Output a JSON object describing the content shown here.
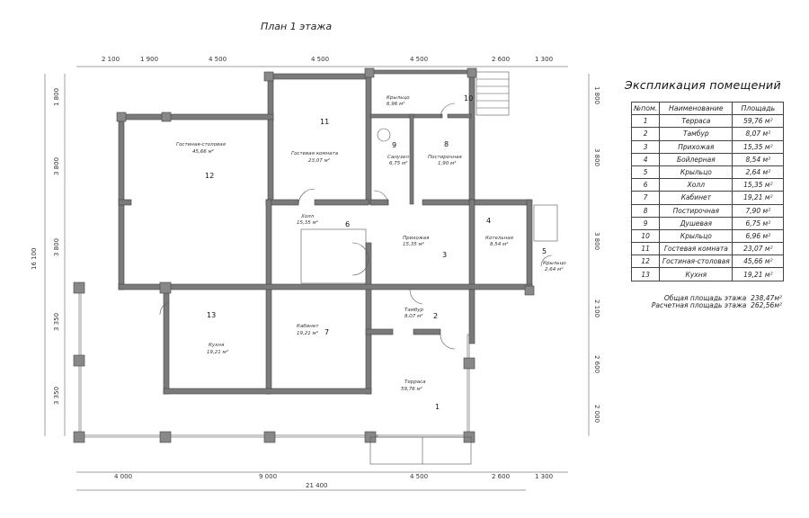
{
  "title": "План 1 этажа",
  "dims": {
    "top": [
      "2 100",
      "1 900",
      "4 500",
      "4 500",
      "4 500",
      "2 600",
      "1 300"
    ],
    "bottom": [
      "4 000",
      "9 000",
      "4 500",
      "2 600",
      "1 300"
    ],
    "total": "21 400",
    "left_total": "16 100",
    "left": [
      "1 800",
      "3 800",
      "3 800",
      "3 350",
      "3 350"
    ],
    "right": [
      "1 800",
      "3 800",
      "3 800",
      "2 100",
      "2 600",
      "2 000"
    ]
  },
  "rooms": [
    {
      "num": "1",
      "name": "Терраса",
      "area": "59,76 м²"
    },
    {
      "num": "2",
      "name": "Тамбур",
      "area": "8,07 м²"
    },
    {
      "num": "3",
      "name": "Прихожая",
      "area": "15,35 м²"
    },
    {
      "num": "4",
      "name": "Котельная",
      "area": "8,54 м²"
    },
    {
      "num": "5",
      "name": "Крыльцо",
      "area": "2,64 м²"
    },
    {
      "num": "6",
      "name": "Холл",
      "area": "15,35 м²"
    },
    {
      "num": "7",
      "name": "Кабинет",
      "area": "19,21 м²"
    },
    {
      "num": "8",
      "name": "Постирочная",
      "area": "1,90 м²"
    },
    {
      "num": "9",
      "name": "Санузел",
      "area": "6,75 м²"
    },
    {
      "num": "10",
      "name": "Крыльцо",
      "area": "6,96 м²"
    },
    {
      "num": "11",
      "name": "Гостевая комната",
      "area": "23,07 м²"
    },
    {
      "num": "12",
      "name": "Гостиная-столовая",
      "area": "45,66 м²"
    },
    {
      "num": "13",
      "name": "Кухня",
      "area": "19,21 м²"
    }
  ],
  "explication": {
    "title": "Экспликация помещений",
    "headers": [
      "№пом.",
      "Наименование",
      "Площадь"
    ],
    "rows": [
      [
        "1",
        "Терраса",
        "59,76 м²"
      ],
      [
        "2",
        "Тамбур",
        "8,07 м²"
      ],
      [
        "3",
        "Прихожая",
        "15,35 м²"
      ],
      [
        "4",
        "Бойлерная",
        "8,54 м²"
      ],
      [
        "5",
        "Крыльцо",
        "2,64 м²"
      ],
      [
        "6",
        "Холл",
        "15,35 м²"
      ],
      [
        "7",
        "Кабинет",
        "19,21 м²"
      ],
      [
        "8",
        "Постирочная",
        "7,90 м²"
      ],
      [
        "9",
        "Душевая",
        "6,75 м²"
      ],
      [
        "10",
        "Крыльцо",
        "6,96 м²"
      ],
      [
        "11",
        "Гостевая комната",
        "23,07 м²"
      ],
      [
        "12",
        "Гостиная-столовая",
        "45,66 м²"
      ],
      [
        "13",
        "Кухня",
        "19,21 м²"
      ]
    ],
    "total_label": "Общая площадь этажа",
    "total_value": "238,47м²",
    "calc_label": "Расчетная площадь этажа",
    "calc_value": "262,56м²"
  }
}
